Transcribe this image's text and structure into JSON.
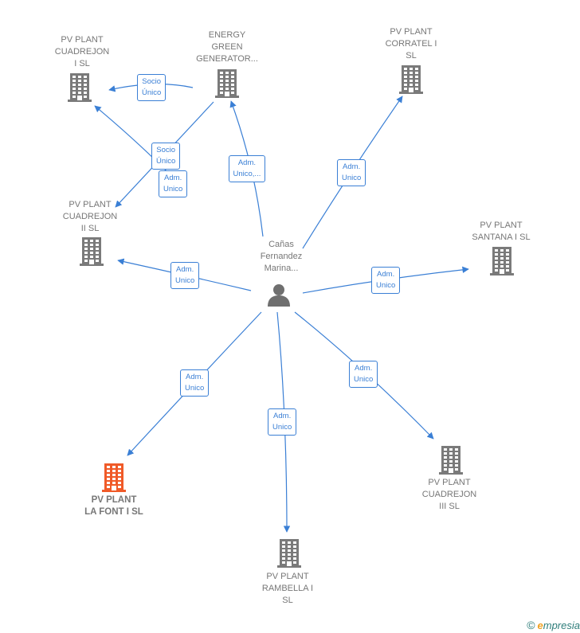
{
  "nodes": {
    "person": {
      "label": "Cañas\nFernandez\nMarina...",
      "icon": "person-icon"
    },
    "energy_green": {
      "label": "ENERGY\nGREEN\nGENERATOR...",
      "icon": "building-icon",
      "color": "#7a7a7a"
    },
    "cuadrejon_1": {
      "label": "PV PLANT\nCUADREJON\nI  SL",
      "icon": "building-icon",
      "color": "#7a7a7a"
    },
    "corratel": {
      "label": "PV PLANT\nCORRATEL I\nSL",
      "icon": "building-icon",
      "color": "#7a7a7a"
    },
    "cuadrejon_2": {
      "label": "PV PLANT\nCUADREJON\nII  SL",
      "icon": "building-icon",
      "color": "#7a7a7a"
    },
    "santana": {
      "label": "PV PLANT\nSANTANA I  SL",
      "icon": "building-icon",
      "color": "#7a7a7a"
    },
    "la_font": {
      "label": "PV PLANT\nLA FONT I  SL",
      "icon": "building-icon",
      "color": "#f05a28",
      "highlight": true
    },
    "rambella": {
      "label": "PV PLANT\nRAMBELLA I\nSL",
      "icon": "building-icon",
      "color": "#7a7a7a"
    },
    "cuadrejon_3": {
      "label": "PV PLANT\nCUADREJON\nIII  SL",
      "icon": "building-icon",
      "color": "#7a7a7a"
    }
  },
  "edges": [
    {
      "from": "energy_green",
      "to": "cuadrejon_1",
      "label": "Socio\nÚnico"
    },
    {
      "from": "energy_green",
      "to": "cuadrejon_2",
      "label": "Socio\nÚnico"
    },
    {
      "from": "person",
      "to": "cuadrejon_1",
      "label": "Adm.\nUnico"
    },
    {
      "from": "person",
      "to": "energy_green",
      "label": "Adm.\nUnico,..."
    },
    {
      "from": "person",
      "to": "corratel",
      "label": "Adm.\nUnico"
    },
    {
      "from": "person",
      "to": "cuadrejon_2",
      "label": "Adm.\nUnico"
    },
    {
      "from": "person",
      "to": "santana",
      "label": "Adm.\nUnico"
    },
    {
      "from": "person",
      "to": "la_font",
      "label": "Adm.\nUnico"
    },
    {
      "from": "person",
      "to": "rambella",
      "label": "Adm.\nUnico"
    },
    {
      "from": "person",
      "to": "cuadrejon_3",
      "label": "Adm.\nUnico"
    }
  ],
  "colors": {
    "edge": "#3a7fd5",
    "node_default": "#7a7a7a",
    "node_highlight": "#f05a28"
  },
  "footer": {
    "copyright": "©",
    "brand_initial": "e",
    "brand_rest": "mpresia"
  }
}
